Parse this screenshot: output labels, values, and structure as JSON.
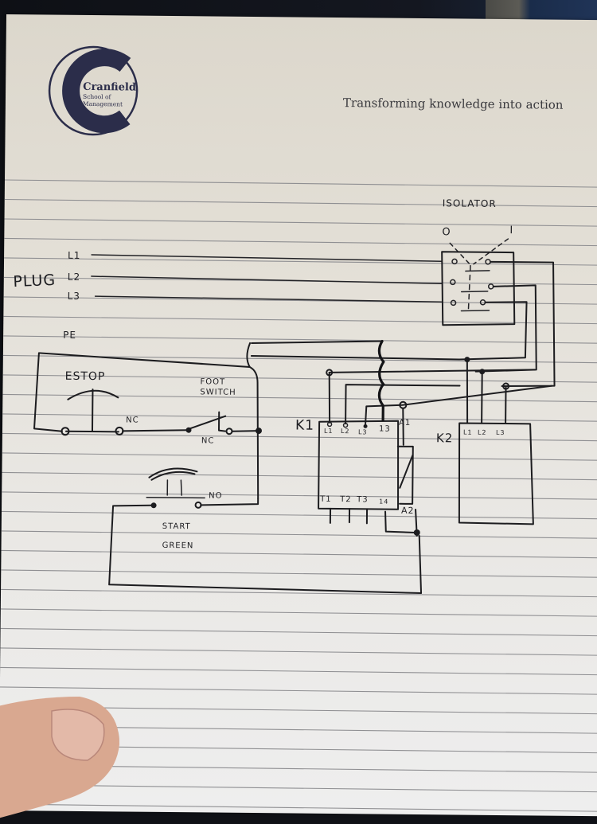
{
  "header": {
    "logo": {
      "name": "Cranfield",
      "line2": "School of",
      "line3": "Management",
      "color": "#2b2d4a"
    },
    "tagline": "Transforming knowledge into action"
  },
  "diagram": {
    "plug_label": "PLUG",
    "phases": [
      "L1",
      "L2",
      "L3"
    ],
    "earth_label": "PE",
    "isolator": {
      "label": "ISOLATOR",
      "off_label": "O",
      "on_label": "I"
    },
    "estop": {
      "label": "ESTOP",
      "contact": "NC"
    },
    "foot_switch": {
      "label_line1": "FOOT",
      "label_line2": "SWITCH",
      "contact": "NC"
    },
    "start_button": {
      "label_line1": "START",
      "label_line2": "GREEN",
      "contact": "NO"
    },
    "contactor_k1": {
      "label": "K1",
      "inputs": [
        "L1",
        "L2",
        "L3"
      ],
      "outputs": [
        "T1",
        "T2",
        "T3"
      ],
      "aux_in": "13",
      "aux_out": "14",
      "coil_top": "A1",
      "coil_bottom": "A2"
    },
    "contactor_k2": {
      "label": "K2",
      "inputs": [
        "L1",
        "L2",
        "L3"
      ]
    }
  },
  "colors": {
    "ink": "#1c1c1f",
    "paper": "#e3dfd6",
    "rule": "#8f8f92",
    "brand": "#2b2d4a"
  }
}
